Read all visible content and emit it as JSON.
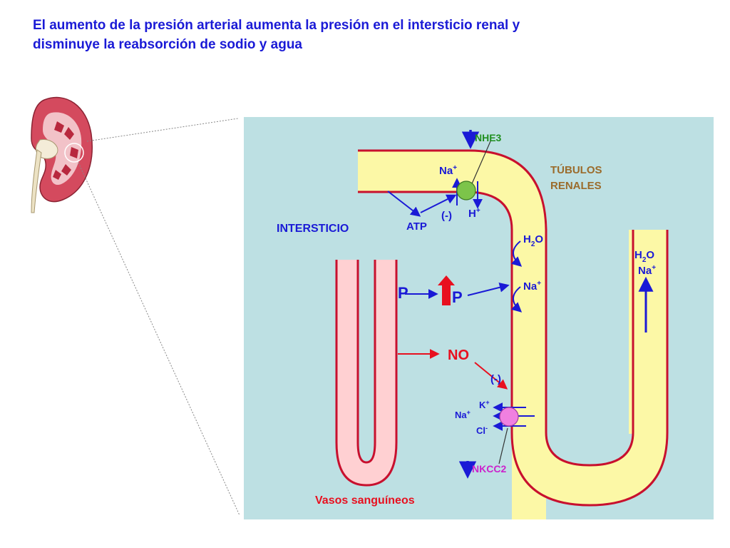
{
  "title": {
    "line1": "El aumento de la presión arterial aumenta la presión en el intersticio renal y",
    "line2": "disminuye la reabsorción de sodio y agua"
  },
  "labels": {
    "nhe3": "NHE3",
    "na_top": "Na",
    "na_top_sup": "+",
    "h_plus": "H",
    "h_plus_sup": "+",
    "inhibit_top": "(-)",
    "atp": "ATP",
    "tubulos_line1": "TÚBULOS",
    "tubulos_line2": "RENALES",
    "intersticio": "INTERSTICIO",
    "h2o_desc_h": "H",
    "h2o_desc_sub": "2",
    "h2o_desc_o": "O",
    "na_desc": "Na",
    "na_desc_sup": "+",
    "h2o_asc_h": "H",
    "h2o_asc_sub": "2",
    "h2o_asc_o": "O",
    "na_asc": "Na",
    "na_asc_sup": "+",
    "p_vessel": "P",
    "p_interstitial": "P",
    "no": "NO",
    "inhibit_bottom": "(-)",
    "k_plus": "K",
    "k_plus_sup": "+",
    "na_bottom": "Na",
    "na_bottom_sup": "+",
    "cl_minus": "Cl",
    "cl_minus_sup": "-",
    "nkcc2": "NKCC2",
    "vasos": "Vasos sanguíneos"
  },
  "colors": {
    "title": "#1a1ad6",
    "panel_bg": "#bde0e3",
    "tubule_fill": "#fcf8a6",
    "vessel_fill": "#ffd0d2",
    "wall_red": "#c8102e",
    "arrow_blue": "#1a1ad6",
    "arrow_red": "#e8101f",
    "nhe3_green": "#1f8f1f",
    "transporter_green": "#7cc44a",
    "nkcc2_magenta": "#cc22cc",
    "transporter_pink": "#f080e0",
    "tubulos_brown": "#9b6b2b",
    "kidney_cortex": "#d44a5e",
    "kidney_medulla": "#f2c2c8"
  },
  "icons": {
    "kidney": "kidney-cross-section-icon",
    "green_transporter": "circle-icon",
    "pink_transporter": "circle-icon"
  }
}
